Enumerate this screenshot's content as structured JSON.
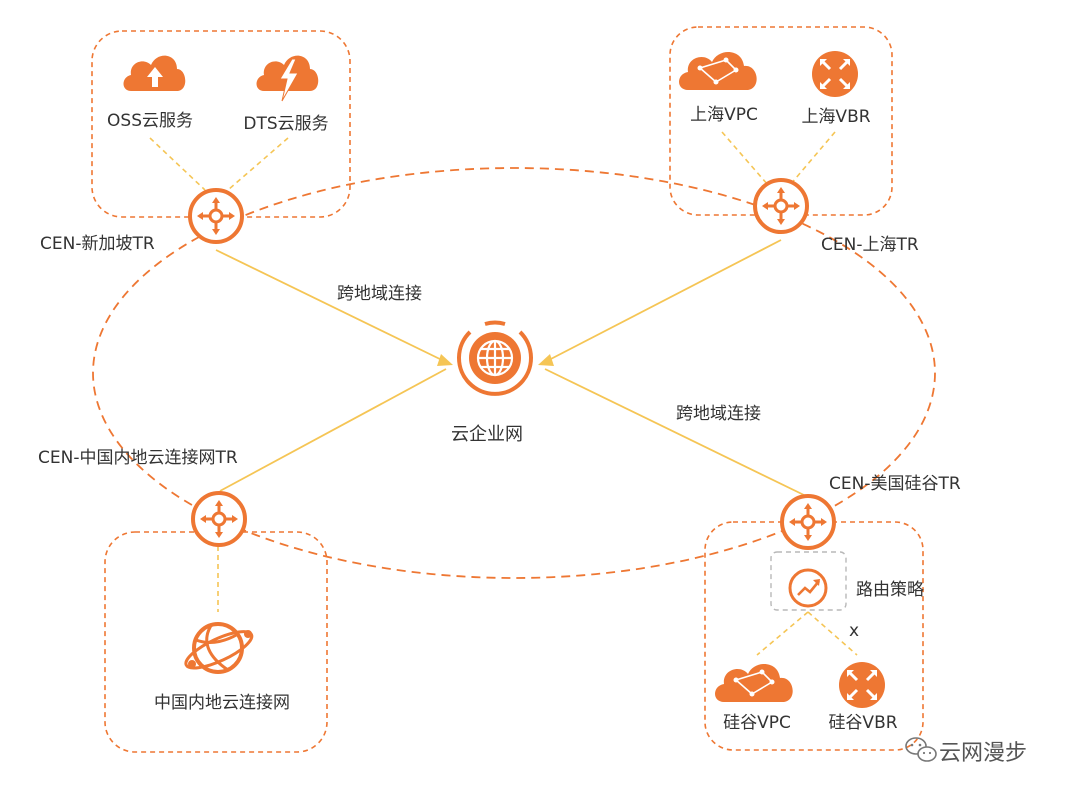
{
  "colors": {
    "accent": "#ee7733",
    "link_line": "#f5c555",
    "dashed_orange": "#ee7733",
    "text": "#333333",
    "policy_box": "#b8b8b8"
  },
  "center": {
    "label": "云企业网",
    "icon": "globe-icon"
  },
  "routers": {
    "singapore": "CEN-新加坡TR",
    "shanghai": "CEN-上海TR",
    "china_mainland": "CEN-中国内地云连接网TR",
    "silicon_valley": "CEN-美国硅谷TR"
  },
  "links": {
    "cross_region_top": "跨地域连接",
    "cross_region_bottom": "跨地域连接"
  },
  "singapore_group": {
    "oss": "OSS云服务",
    "dts": "DTS云服务"
  },
  "shanghai_group": {
    "vpc": "上海VPC",
    "vbr": "上海VBR"
  },
  "china_group": {
    "network": "中国内地云连接网"
  },
  "sv_group": {
    "policy": "路由策略",
    "blocked_mark": "x",
    "vpc": "硅谷VPC",
    "vbr": "硅谷VBR"
  },
  "watermark": "云网漫步"
}
